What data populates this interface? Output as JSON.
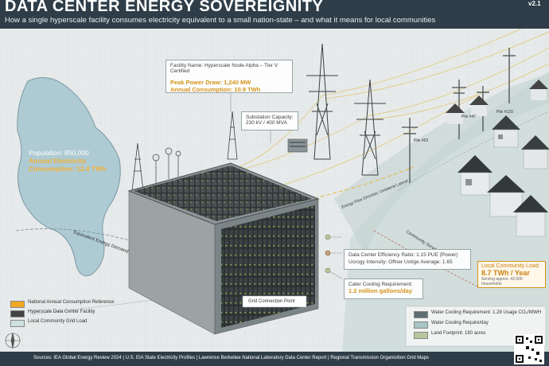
{
  "header": {
    "title": "DATA CENTER ENERGY SOVEREIGNITY",
    "subtitle": "How a single hyperscale facility consumes electricity equivalent to a small nation-state – and what it means for local communities",
    "version": "v2.1"
  },
  "nation": {
    "population": "Population: 850,000",
    "electricity_label": "Annual Electricity",
    "consumption": "Consumption: 12.4 TWh"
  },
  "facility": {
    "name": "Facility Name: Hyperscale Node Alpha – Tier V Certified",
    "peak": "Peak Power Draw: 1,240 MW",
    "annual": "Annual Consumption: 10.9 TWh"
  },
  "substation": {
    "line1": "Substation Capacity:",
    "line2": "230 kV / 400 MVA"
  },
  "labels": {
    "equivalent_energy": "Equivalent Energy Demand",
    "grid_connection_diag": "Grid Connection Point",
    "grid_connection_box": "Grid Connection Point",
    "power_flow": "Energy Flow Direction: Unilateral Lateral",
    "community_area": "Community Service Area",
    "pile_53": "Pile #53",
    "pile_47": "Pile #47",
    "pile_120": "Pile #120"
  },
  "efficiency": {
    "line1": "Data Center Efficiency Ratio: 1.15 PUE (Power)",
    "line2": "Ucrogy Intensity: Offner Uotige  Average: 1.65"
  },
  "cooling": {
    "line1": "Cater Cooling Requirement:",
    "line2": "1.2 million gallons/day"
  },
  "legend": {
    "items": [
      {
        "label": "National Annual Consumption Reference",
        "color": "#f0a824"
      },
      {
        "label": "Hyperscale Data Center Facility",
        "color": "#444444"
      },
      {
        "label": "Local Community Grid Load",
        "color": "#cfe0e0"
      }
    ]
  },
  "legend_right": {
    "items": [
      {
        "label": "Water Cooling Requirement: 1.28 Usage CO₂/WWH",
        "color": "#5f6e75"
      },
      {
        "label": "Water Cooling Require/day",
        "color": "#a8c4c4"
      },
      {
        "label": "Land Footprint: 180 acres",
        "color": "#b7c7a0"
      }
    ]
  },
  "community_load": {
    "title": "Local Community Load:",
    "value": "8.7 TWh / Year",
    "note": "Serving approx. 42,000 households"
  },
  "footer": {
    "sources": "Sources: IEA Global Energy Review 2024  |  U.S. EIA State Electricity Profiles  |  Lawrence Berkeliee National Laboratory Data Center Report  |  Regional Transmission Organisition Grid Maps"
  },
  "colors": {
    "accent": "#f2b134",
    "header": "#2e3d48",
    "island": "#aecbd4"
  }
}
